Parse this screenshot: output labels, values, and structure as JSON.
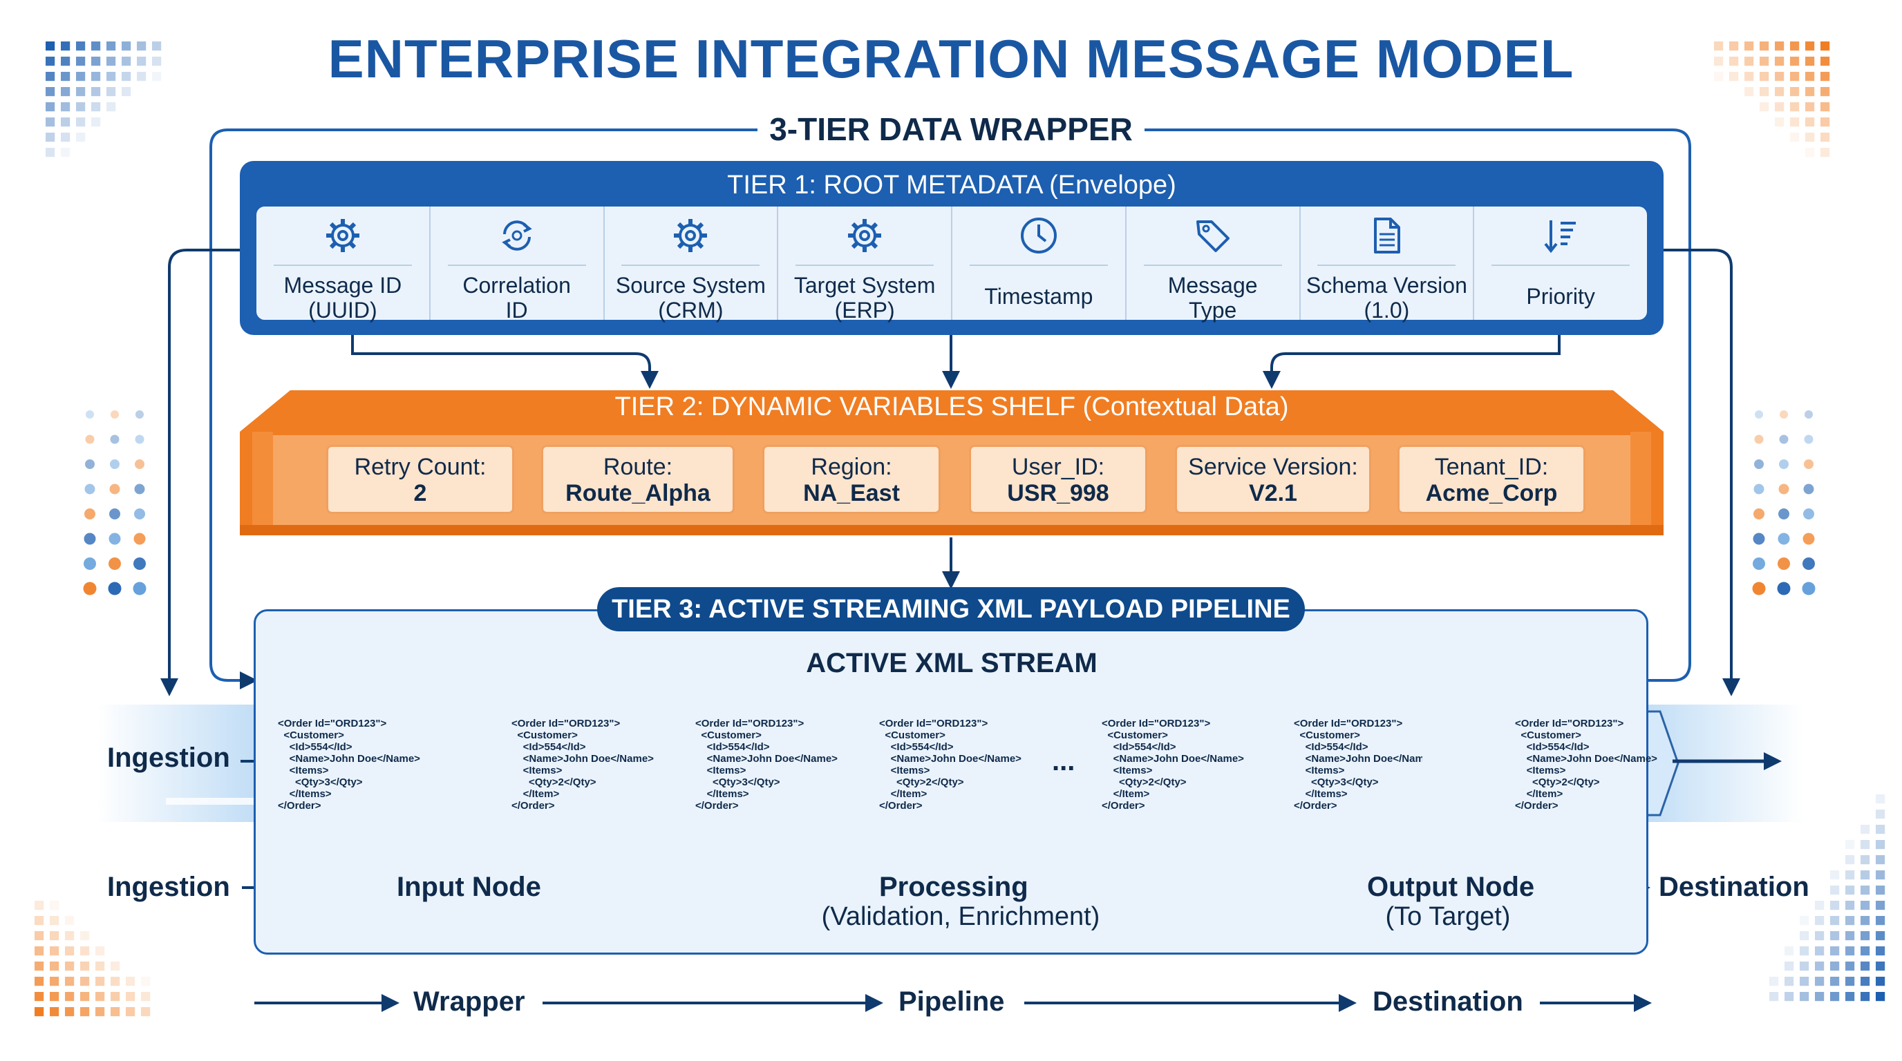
{
  "title": "ENTERPRISE INTEGRATION MESSAGE MODEL",
  "wrapper_label": "3-TIER DATA WRAPPER",
  "colors": {
    "primary_blue": "#1d5fb0",
    "dark_blue": "#0e4a8c",
    "orange": "#f07d22",
    "light_orange": "#fde4cc",
    "light_blue": "#eaf3fc"
  },
  "tier1": {
    "title": "TIER 1: ROOT METADATA (Envelope)",
    "fields": [
      {
        "label": "Message ID\n(UUID)",
        "icon": "gear-icon"
      },
      {
        "label": "Correlation\nID",
        "icon": "refresh-icon"
      },
      {
        "label": "Source System\n(CRM)",
        "icon": "gear-icon"
      },
      {
        "label": "Target System\n(ERP)",
        "icon": "gear-icon"
      },
      {
        "label": "Timestamp",
        "icon": "clock-icon"
      },
      {
        "label": "Message\nType",
        "icon": "tag-icon"
      },
      {
        "label": "Schema Version\n(1.0)",
        "icon": "document-icon"
      },
      {
        "label": "Priority",
        "icon": "sort-icon"
      }
    ]
  },
  "tier2": {
    "title": "TIER 2: DYNAMIC VARIABLES SHELF (Contextual Data)",
    "vars": [
      {
        "key": "Retry Count:",
        "value": "2"
      },
      {
        "key": "Route:",
        "value": "Route_Alpha"
      },
      {
        "key": "Region:",
        "value": "NA_East"
      },
      {
        "key": "User_ID:",
        "value": "USR_998"
      },
      {
        "key": "Service Version:",
        "value": "V2.1"
      },
      {
        "key": "Tenant_ID:",
        "value": "Acme_Corp"
      }
    ]
  },
  "tier3": {
    "title": "TIER 3: ACTIVE STREAMING XML PAYLOAD PIPELINE",
    "stream_label": "ACTIVE XML STREAM",
    "ingestion_label": "Ingestion",
    "ellipsis": "...",
    "xml_qty3": "<Order Id=\"ORD123\">\n  <Customer>\n    <Id>554</Id>\n    <Name>John Doe</Name>\n    <Items>\n      <Qty>3</Qty>\n    </Items>\n</Order>",
    "xml_qty2": "<Order Id=\"ORD123\">\n  <Customer>\n    <Id>554</Id>\n    <Name>John Doe</Name>\n    <Items>\n      <Qty>2</Qty>\n    </Item>\n</Order>",
    "flow": {
      "ingestion": "Ingestion",
      "input_node": "Input Node",
      "processing": "Processing",
      "processing_sub": "(Validation, Enrichment)",
      "output_node": "Output Node",
      "output_sub": "(To Target)",
      "destination": "Destination"
    }
  },
  "bottom_flow": {
    "wrapper": "Wrapper",
    "pipeline": "Pipeline",
    "destination": "Destination"
  }
}
